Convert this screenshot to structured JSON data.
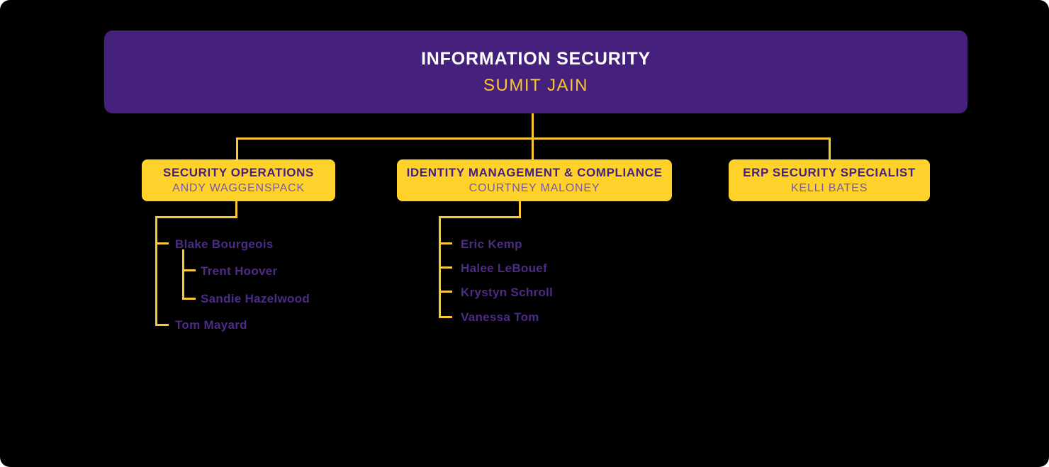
{
  "colors": {
    "box-purple": "#46207D",
    "box-gold": "#FFD22B",
    "line-gold": "#F8C837",
    "name-gold": "#F9C636",
    "light-purple": "#7959A8",
    "member-purple": "#4D2B87"
  },
  "org": {
    "root": {
      "title": "INFORMATION SECURITY",
      "name": "SUMIT JAIN"
    },
    "departments": [
      {
        "title": "SECURITY OPERATIONS",
        "name": "ANDY WAGGENSPACK",
        "members": [
          {
            "name": "Blake Bourgeois",
            "reports": [
              {
                "name": "Trent Hoover"
              },
              {
                "name": "Sandie Hazelwood"
              }
            ]
          },
          {
            "name": "Tom Mayard"
          }
        ]
      },
      {
        "title": "IDENTITY MANAGEMENT & COMPLIANCE",
        "name": "COURTNEY MALONEY",
        "members": [
          {
            "name": "Eric Kemp"
          },
          {
            "name": "Halee LeBouef"
          },
          {
            "name": "Krystyn Schroll"
          },
          {
            "name": "Vanessa Tom"
          }
        ]
      },
      {
        "title": "ERP SECURITY SPECIALIST",
        "name": "KELLI BATES",
        "members": []
      }
    ]
  }
}
